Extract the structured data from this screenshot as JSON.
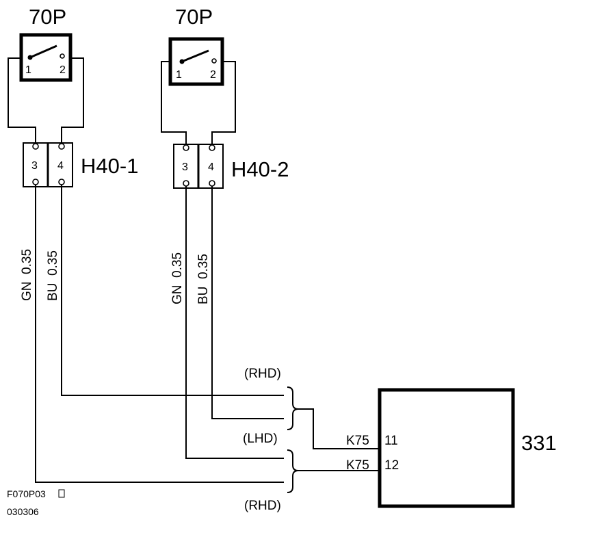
{
  "switches": [
    {
      "label": "70P",
      "pin_a": "1",
      "pin_b": "2"
    },
    {
      "label": "70P",
      "pin_a": "1",
      "pin_b": "2"
    }
  ],
  "connectors": [
    {
      "label": "H40-1",
      "pin_a": "3",
      "pin_b": "4"
    },
    {
      "label": "H40-2",
      "pin_a": "3",
      "pin_b": "4"
    }
  ],
  "wires": [
    {
      "label": "GN  0.35"
    },
    {
      "label": "BU  0.35"
    },
    {
      "label": "GN  0.35"
    },
    {
      "label": "BU  0.35"
    }
  ],
  "variants": {
    "rhd_top": "(RHD)",
    "lhd": "(LHD)",
    "rhd_bottom": "(RHD)"
  },
  "ecu": {
    "label": "331",
    "pins": [
      {
        "connector": "K75",
        "number": "11"
      },
      {
        "connector": "K75",
        "number": "12"
      }
    ]
  },
  "footer": {
    "code": "F070P03",
    "date": "030306"
  }
}
